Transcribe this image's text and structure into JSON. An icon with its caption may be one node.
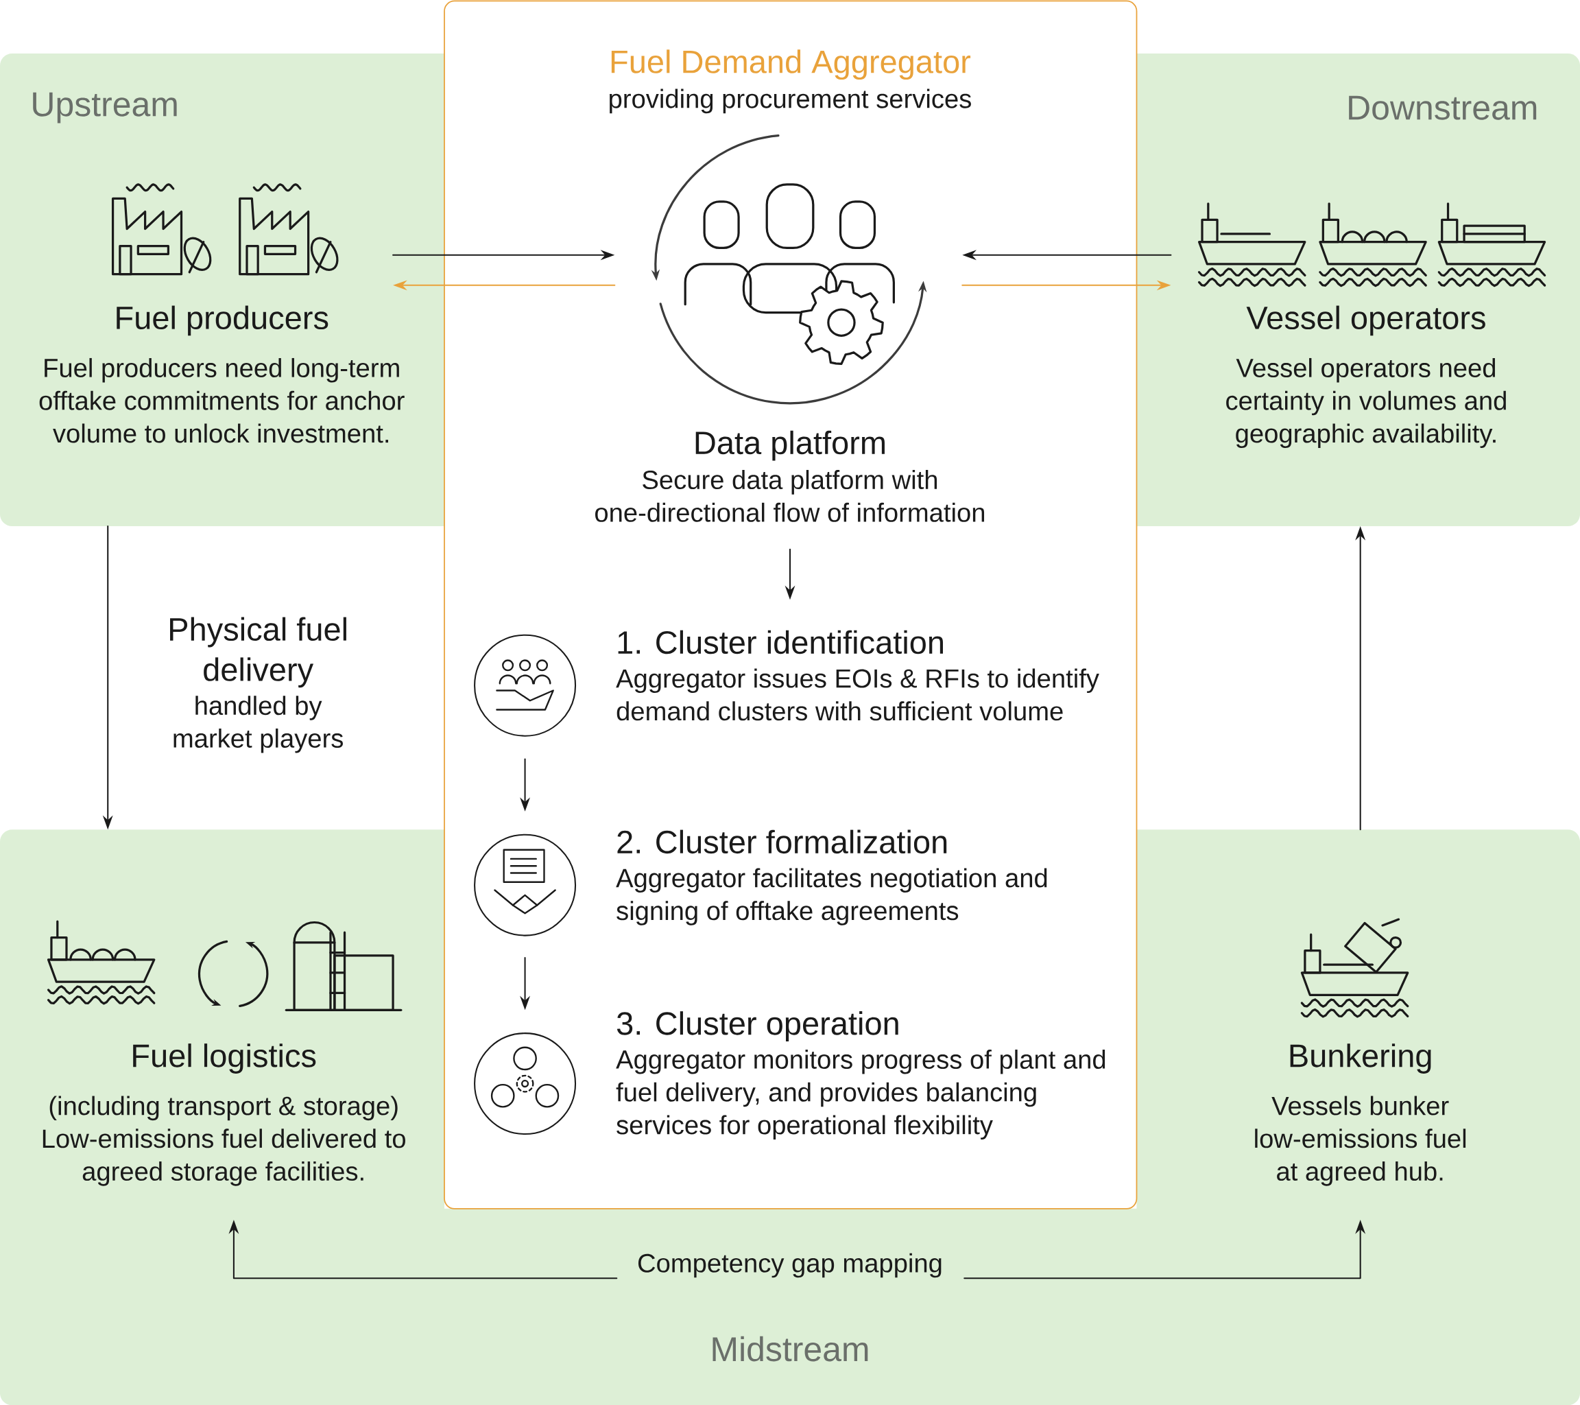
{
  "diagram": {
    "nodes": [
      {
        "text": [
          "Upstream"
        ]
      },
      {
        "text": [
          "Fuel producers",
          "Fuel producers need long-term offtake commitments for anchor volume to unlock investment."
        ],
        "in": 0
      },
      {
        "text": [
          "Downstream"
        ]
      },
      {
        "text": [
          "Vessel operators",
          "Vessel operators need certainty in volumes and geographic availability."
        ],
        "in": 2
      },
      {
        "text": [
          "Midstream"
        ]
      },
      {
        "text": [
          "Fuel logistics",
          "(including transport & storage) Low-emissions fuel delivered to agreed storage facilities."
        ],
        "in": 4
      },
      {
        "text": [
          "Bunkering",
          "Vessels bunker low-emissions fuel at agreed hub."
        ],
        "in": 4
      },
      {
        "text": [
          "Fuel Demand Aggregator",
          "providing procurement services"
        ]
      },
      {
        "text": [
          "Data platform",
          "Secure data platform with one-directional flow of information"
        ],
        "in": 7
      },
      {
        "text": [
          "1. Cluster identification",
          "Aggregator issues EOIs & RFIs to identify demand clusters with sufficient volume"
        ],
        "in": 7
      },
      {
        "text": [
          "2. Cluster formalization",
          "Aggregator facilitates negotiation and signing of offtake agreements"
        ],
        "in": 7
      },
      {
        "text": [
          "3. Cluster operation",
          "Aggregator monitors progress of plant and fuel delivery, and provides balancing services for operational flexibility"
        ],
        "in": 7
      },
      {
        "text": [
          "Competency gap mapping"
        ],
        "in": 4
      }
    ],
    "edges": [
      {
        "from": 1,
        "to": 8,
        "arrow": "to"
      },
      {
        "from": 8,
        "to": 1,
        "arrow": "to",
        "color": "#e9a23b"
      },
      {
        "from": 3,
        "to": 8,
        "arrow": "to"
      },
      {
        "from": 8,
        "to": 3,
        "arrow": "to",
        "color": "#e9a23b"
      },
      {
        "from": 8,
        "to": 9,
        "arrow": "to"
      },
      {
        "from": 9,
        "to": 10,
        "arrow": "to"
      },
      {
        "from": 10,
        "to": 11,
        "arrow": "to"
      },
      {
        "from": 0,
        "to": 4,
        "arrow": "to"
      },
      {
        "from": 4,
        "to": 2,
        "arrow": "to"
      },
      {
        "from": 12,
        "to": 5,
        "arrow": "to"
      },
      {
        "from": 12,
        "to": 6,
        "arrow": "to"
      }
    ],
    "labels": [
      "Physical fuel delivery",
      "handled by market players"
    ]
  }
}
